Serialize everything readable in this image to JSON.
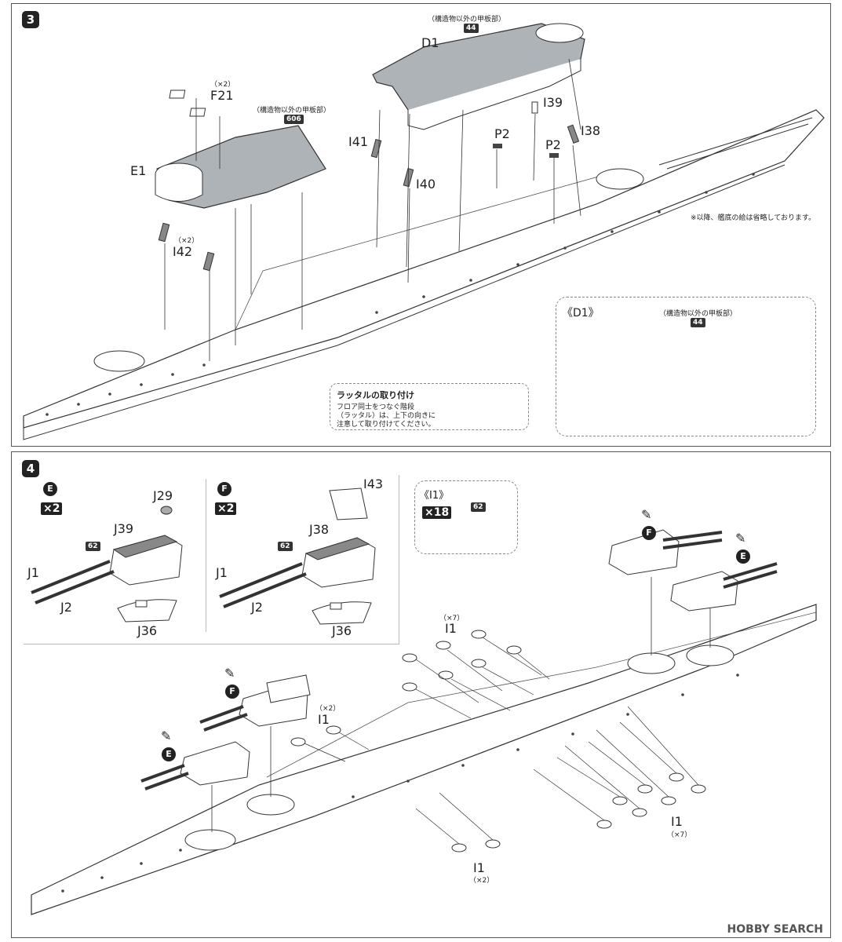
{
  "step3": {
    "number": "3",
    "note_bottom": "※以降、艦底の絵は省略しております。",
    "d1": {
      "label": "D1",
      "paint_note": "（構造物以外の甲板部）",
      "color_code": "44"
    },
    "e1": {
      "label": "E1",
      "paint_note": "（構造物以外の甲板部）",
      "color_code": "606"
    },
    "f21": {
      "label": "F21",
      "qty": "（×2）"
    },
    "parts": {
      "i38": "I38",
      "i39": "I39",
      "i40": "I40",
      "i41": "I41",
      "i42": "I42",
      "i42_qty": "（×2）",
      "p2a": "P2",
      "p2b": "P2"
    },
    "ladder": {
      "title": "ラッタルの取り付け",
      "line1": "フロア同士をつなぐ階段",
      "line2": "（ラッタル）は、上下の向きに",
      "line3": "注意して取り付けてください。"
    },
    "inset": {
      "label": "《D1》",
      "paint_note": "（構造物以外の甲板部）",
      "color_code": "44"
    }
  },
  "step4": {
    "number": "4",
    "sub_e": {
      "badge": "E",
      "mult": "×2",
      "parts": [
        "J29",
        "J39",
        "J1",
        "J2",
        "J36"
      ],
      "color_code": "62"
    },
    "sub_f": {
      "badge": "F",
      "mult": "×2",
      "parts": [
        "I43",
        "J38",
        "J1",
        "J2",
        "J36"
      ],
      "color_code": "62"
    },
    "sub_i1": {
      "label": "《I1》",
      "mult": "×18",
      "color_code": "62"
    },
    "callouts": {
      "i1_top": "I1",
      "i1_top_qty": "（×7）",
      "i1_mid": "I1",
      "i1_mid_qty": "（×2）",
      "i1_bottom": "I1",
      "i1_bottom_qty": "（×2）",
      "i1_right": "I1",
      "i1_right_qty": "（×7）",
      "badge_e": "E",
      "badge_f": "F"
    }
  },
  "watermark": "HOBBY SEARCH",
  "colors": {
    "deck": "#aeb3b7",
    "ink": "#222222",
    "frame": "#555555"
  }
}
